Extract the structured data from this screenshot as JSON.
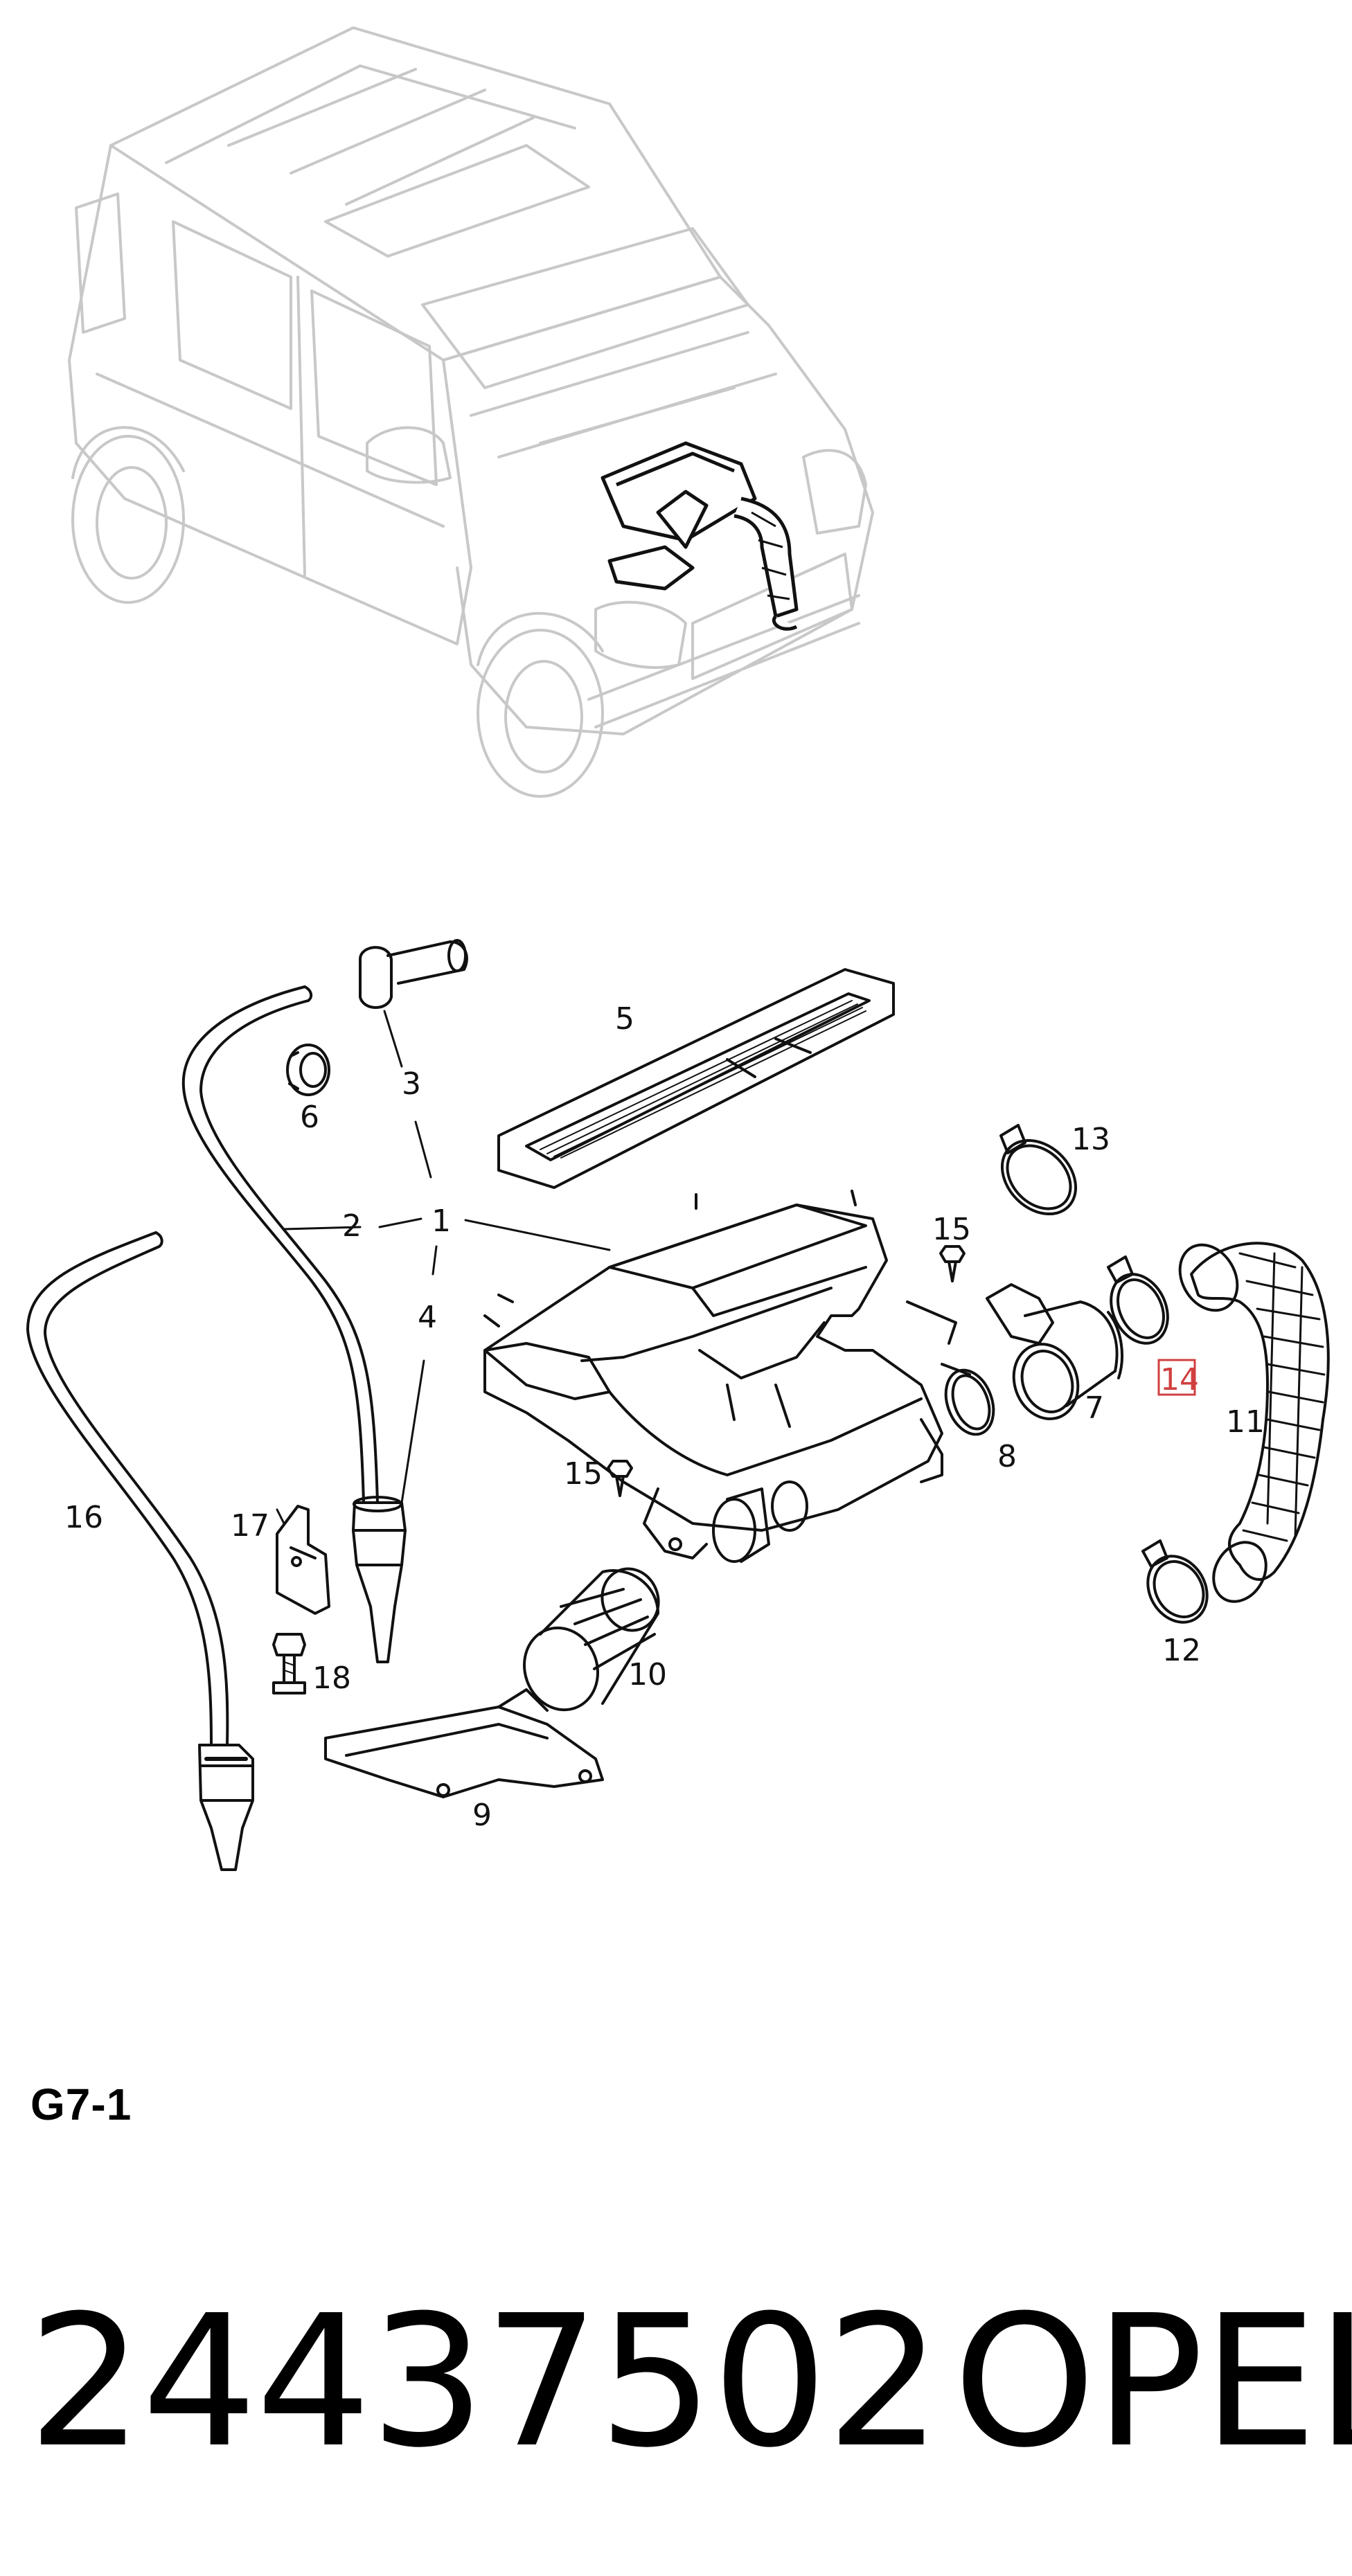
{
  "diagram": {
    "section_code": "G7-1",
    "callouts": [
      {
        "id": "c1",
        "label": "1"
      },
      {
        "id": "c2",
        "label": "2"
      },
      {
        "id": "c3",
        "label": "3"
      },
      {
        "id": "c4",
        "label": "4"
      },
      {
        "id": "c5",
        "label": "5"
      },
      {
        "id": "c6",
        "label": "6"
      },
      {
        "id": "c7",
        "label": "7"
      },
      {
        "id": "c8",
        "label": "8"
      },
      {
        "id": "c9",
        "label": "9"
      },
      {
        "id": "c10",
        "label": "10"
      },
      {
        "id": "c11",
        "label": "11"
      },
      {
        "id": "c12",
        "label": "12"
      },
      {
        "id": "c13",
        "label": "13"
      },
      {
        "id": "c14",
        "label": "14",
        "highlighted": true
      },
      {
        "id": "c15a",
        "label": "15"
      },
      {
        "id": "c15b",
        "label": "15"
      },
      {
        "id": "c16",
        "label": "16"
      },
      {
        "id": "c17",
        "label": "17"
      },
      {
        "id": "c18",
        "label": "18"
      }
    ],
    "highlight_color": "#d04040"
  },
  "footer": {
    "part_number": "24437502",
    "brand": "OPEL"
  }
}
